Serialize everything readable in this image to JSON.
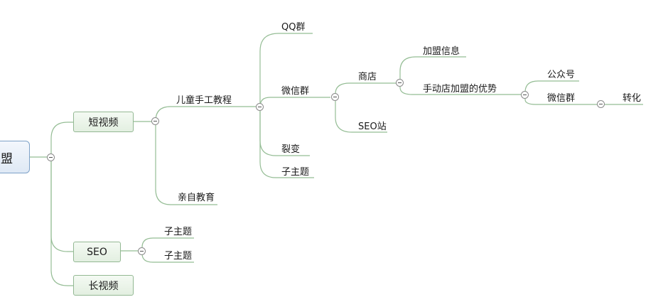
{
  "root": {
    "label": "盟"
  },
  "branches": {
    "short_video": "短视频",
    "seo": "SEO",
    "long_video": "长视频"
  },
  "short_video_children": {
    "kids_craft": "儿童手工教程",
    "parent_education": "亲自教育"
  },
  "kids_craft_children": {
    "qq_group": "QQ群",
    "wechat_group": "微信群",
    "fission": "裂变",
    "subtopic": "子主题"
  },
  "wechat_group_children": {
    "shop": "商店",
    "seo_site": "SEO站"
  },
  "shop_children": {
    "franchise_info": "加盟信息",
    "handmade_advantage": "手动店加盟的优势"
  },
  "advantage_children": {
    "official_account": "公众号",
    "wechat_group2": "微信群"
  },
  "wechat_group2_children": {
    "conversion": "转化"
  },
  "seo_children": {
    "subtopic_1": "子主题",
    "subtopic_2": "子主题"
  },
  "colors": {
    "connector": "#95bd95",
    "root_border": "#7ea2c8",
    "branch_border": "#93b893"
  }
}
